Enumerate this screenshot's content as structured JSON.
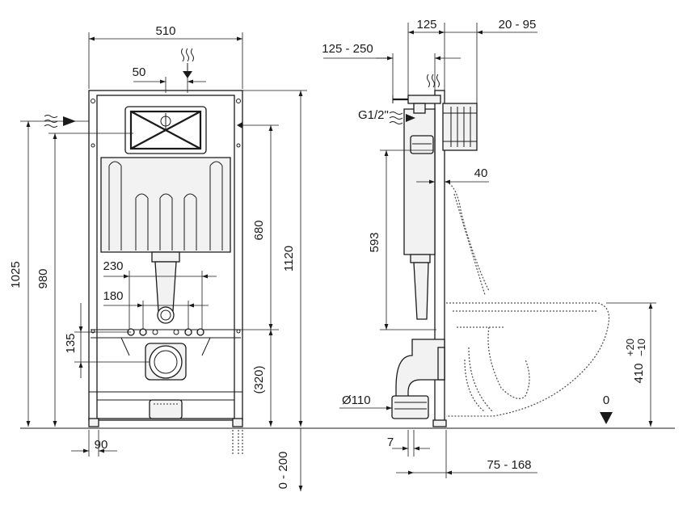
{
  "drawing": {
    "front_dims": {
      "width_510": "510",
      "offset_50": "50",
      "height_1025": "1025",
      "height_980": "980",
      "height_680": "680",
      "height_1120": "1120",
      "spacing_230": "230",
      "spacing_180": "180",
      "height_135": "135",
      "height_320": "(320)",
      "foot_90": "90",
      "adjust_0_200": "0 - 200"
    },
    "side_dims": {
      "depth_125": "125",
      "range_20_95": "20 - 95",
      "range_125_250": "125 - 250",
      "thread_g12": "G1/2\"",
      "depth_40": "40",
      "height_593": "593",
      "pipe_110": "Ø110",
      "wall_7": "7",
      "range_75_168": "75 - 168",
      "seat_height": "410",
      "seat_tol_plus": "+20",
      "seat_tol_minus": "−10",
      "floor_zero": "0"
    },
    "colors": {
      "line": "#1a1a1a",
      "fill": "#f2f2f2"
    },
    "icons": [
      "water-inlet-icon",
      "floor-level-icon"
    ]
  }
}
